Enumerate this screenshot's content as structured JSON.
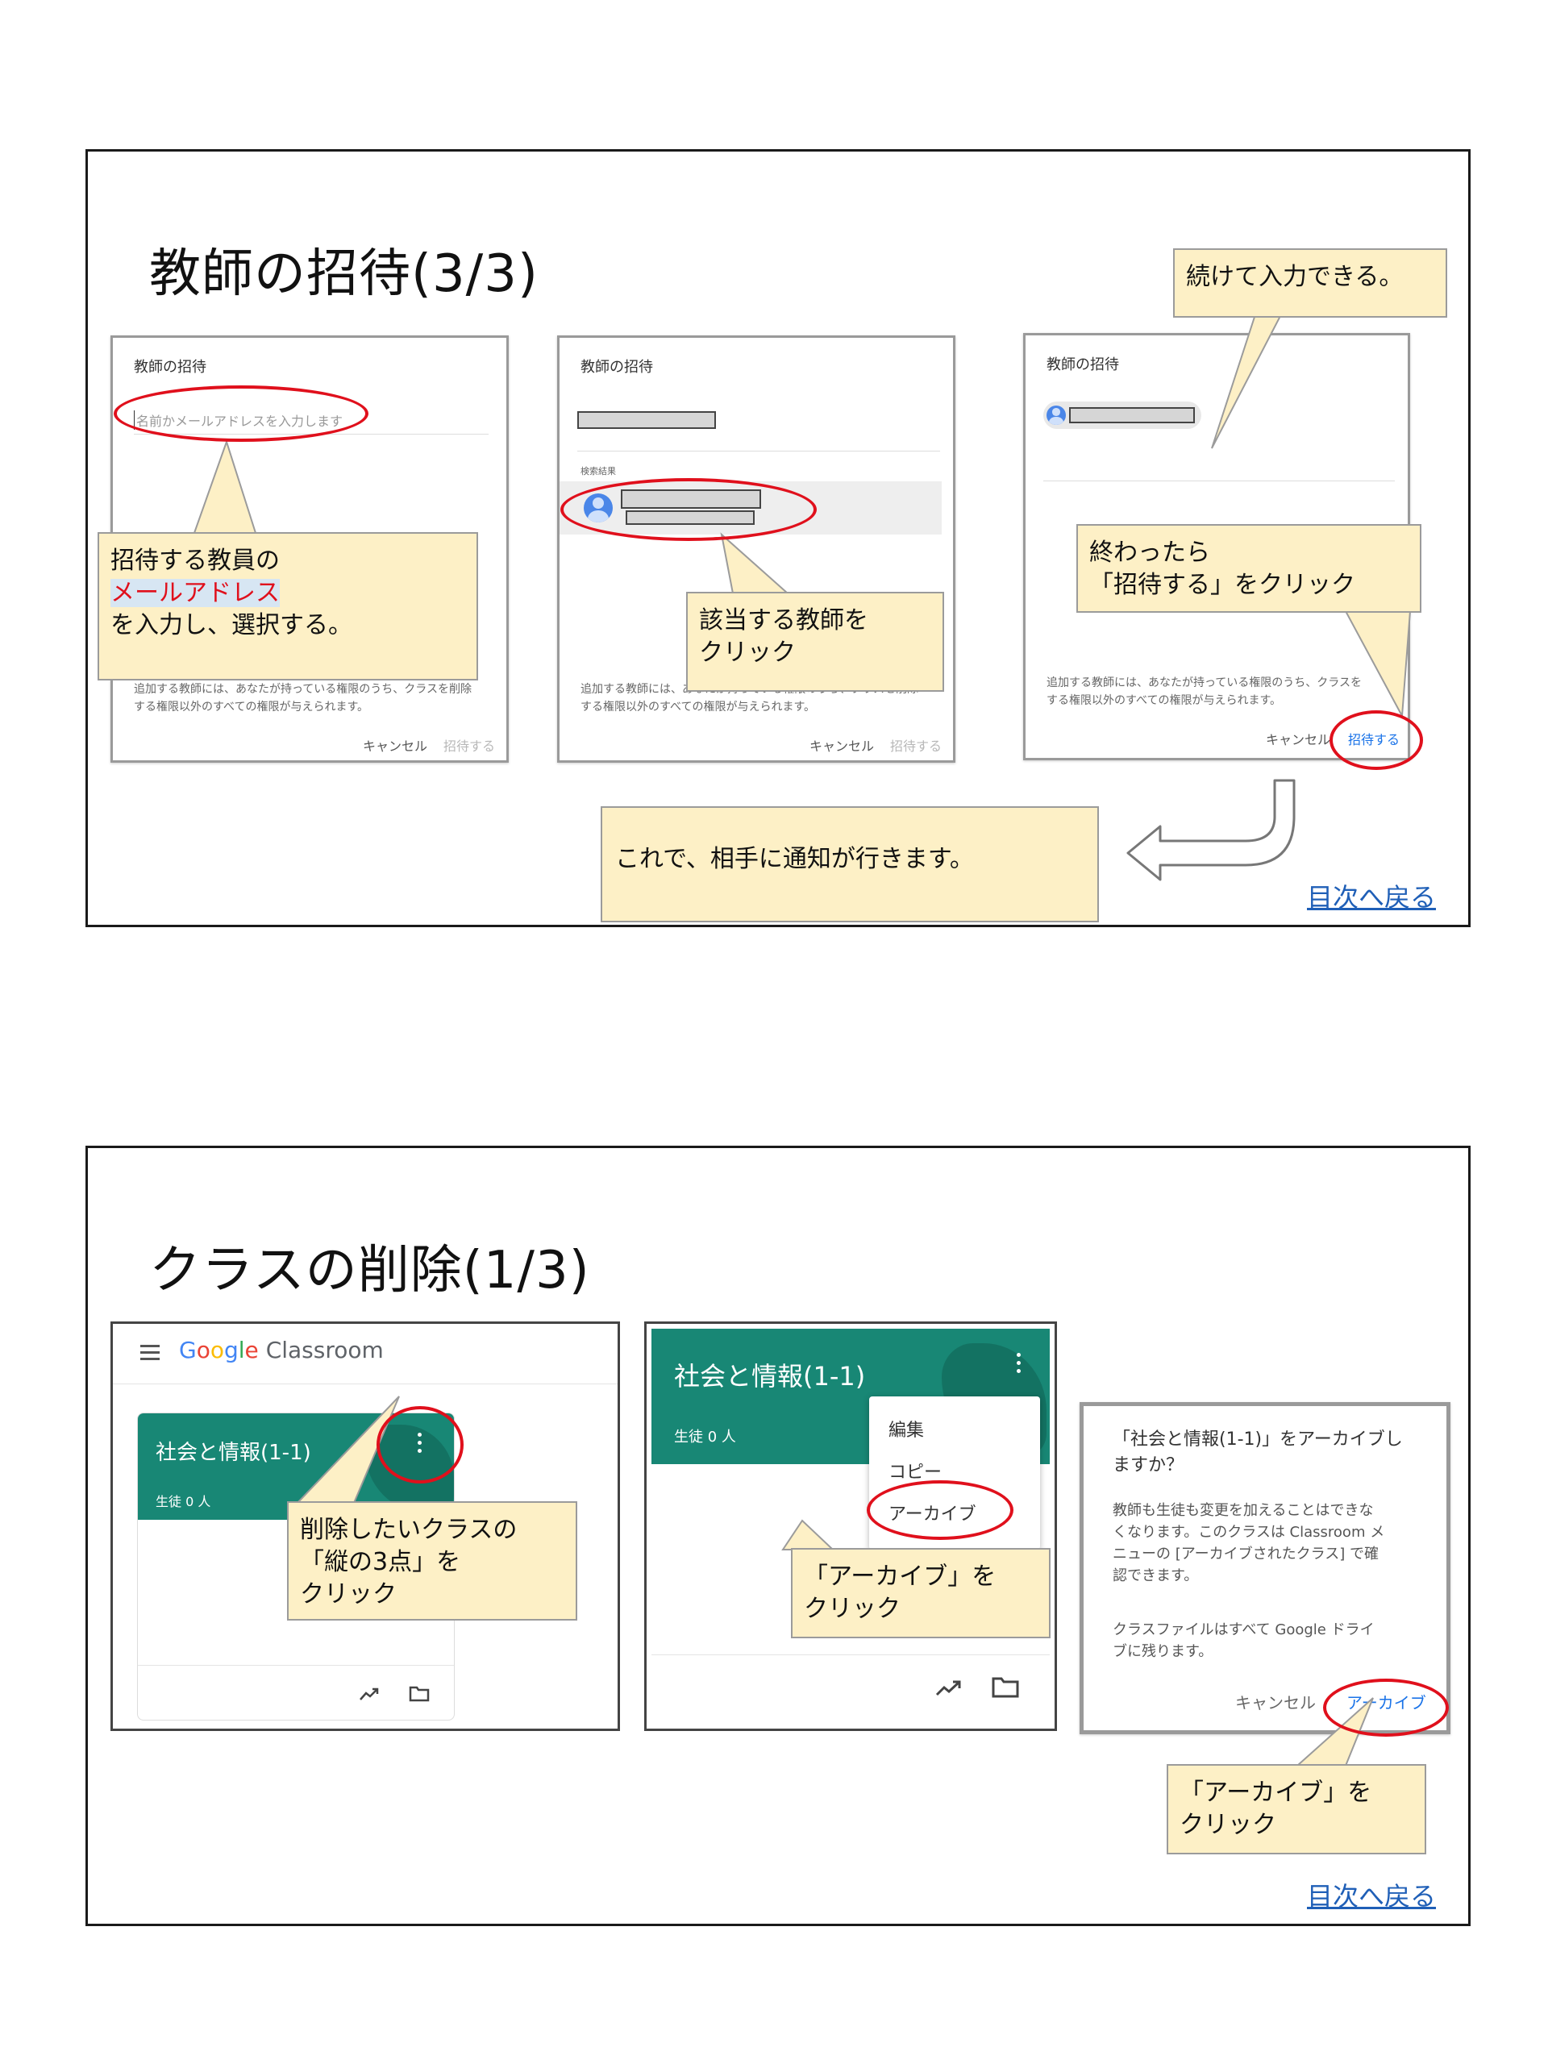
{
  "slide1": {
    "title": "教師の招待(3/3)",
    "dialog_title": "教師の招待",
    "input_placeholder": "名前かメールアドレスを入力します",
    "search_results_label": "検索結果",
    "note_line1": "追加する教師には、あなたが持っている権限のうち、クラスを削除",
    "note_line2": "する権限以外のすべての権限が与えられます。",
    "note_line1_short": "追加する教師には、あなたが持っている権限のうち、クラスを",
    "cancel_label": "キャンセル",
    "invite_label": "招待する",
    "callout_select_line1": "招待する教員の",
    "callout_select_highlight": "メールアドレス",
    "callout_select_line3": "を入力し、選択する。",
    "callout_click_line1": "該当する教師を",
    "callout_click_line2": "クリック",
    "callout_continue": "続けて入力できる。",
    "callout_finish_line1": "終わったら",
    "callout_finish_line2": "「招待する」をクリック",
    "callout_notify": "これで、相手に通知が行きます。",
    "toc_link": "目次へ戻る"
  },
  "slide2": {
    "title": "クラスの削除(1/3)",
    "app_name": "Classroom",
    "google_letters": [
      "G",
      "o",
      "o",
      "g",
      "l",
      "e"
    ],
    "google_colors": [
      "#4285F4",
      "#EA4335",
      "#FBBC05",
      "#4285F4",
      "#34A853",
      "#EA4335"
    ],
    "class_name": "社会と情報(1-1)",
    "students": "生徒 0 人",
    "menu_edit": "編集",
    "menu_copy": "コピー",
    "menu_archive": "アーカイブ",
    "archive_q_line1": "「社会と情報(1-1)」をアーカイブし",
    "archive_q_line2": "ますか？",
    "archive_body_line1": "教師も生徒も変更を加えることはできな",
    "archive_body_line2": "くなります。このクラスは Classroom メ",
    "archive_body_line3": "ニューの [アーカイブされたクラス] で確",
    "archive_body_line4": "認できます。",
    "archive_body2_line1": "クラスファイルはすべて Google ドライ",
    "archive_body2_line2": "ブに残ります。",
    "cancel_label": "キャンセル",
    "archive_button": "アーカイブ",
    "callout_kebab_line1": "削除したいクラスの",
    "callout_kebab_line2": "「縦の3点」を",
    "callout_kebab_line3": "クリック",
    "callout_archive_line1": "「アーカイブ」を",
    "callout_archive_line2": "クリック",
    "toc_link": "目次へ戻る"
  },
  "colors": {
    "teal": "#188775",
    "red_ring": "#e0101c",
    "callout_bg": "#fdf0c6",
    "link": "#1f5fb7",
    "accent_blue": "#1a73e8"
  }
}
